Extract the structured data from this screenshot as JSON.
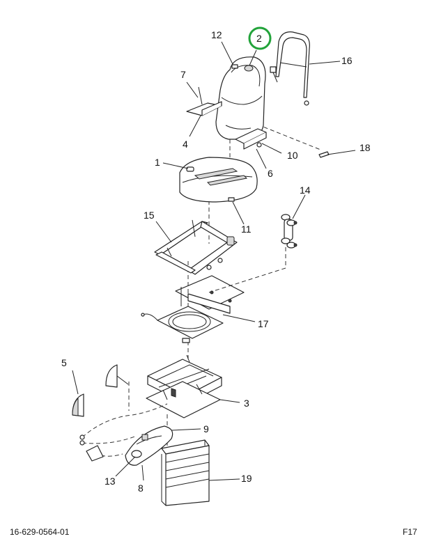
{
  "callouts": {
    "c1": "1",
    "c2": "2",
    "c3": "3",
    "c4": "4",
    "c5": "5",
    "c6": "6",
    "c7": "7",
    "c8": "8",
    "c9": "9",
    "c10": "10",
    "c11": "11",
    "c12": "12",
    "c13": "13",
    "c14": "14",
    "c15": "15",
    "c16": "16",
    "c17": "17",
    "c18": "18",
    "c19": "19"
  },
  "footer": {
    "doc_number": "16-629-0564-01",
    "page_ref": "F17"
  },
  "colors": {
    "highlight": "#22a33a",
    "line": "#222222"
  }
}
